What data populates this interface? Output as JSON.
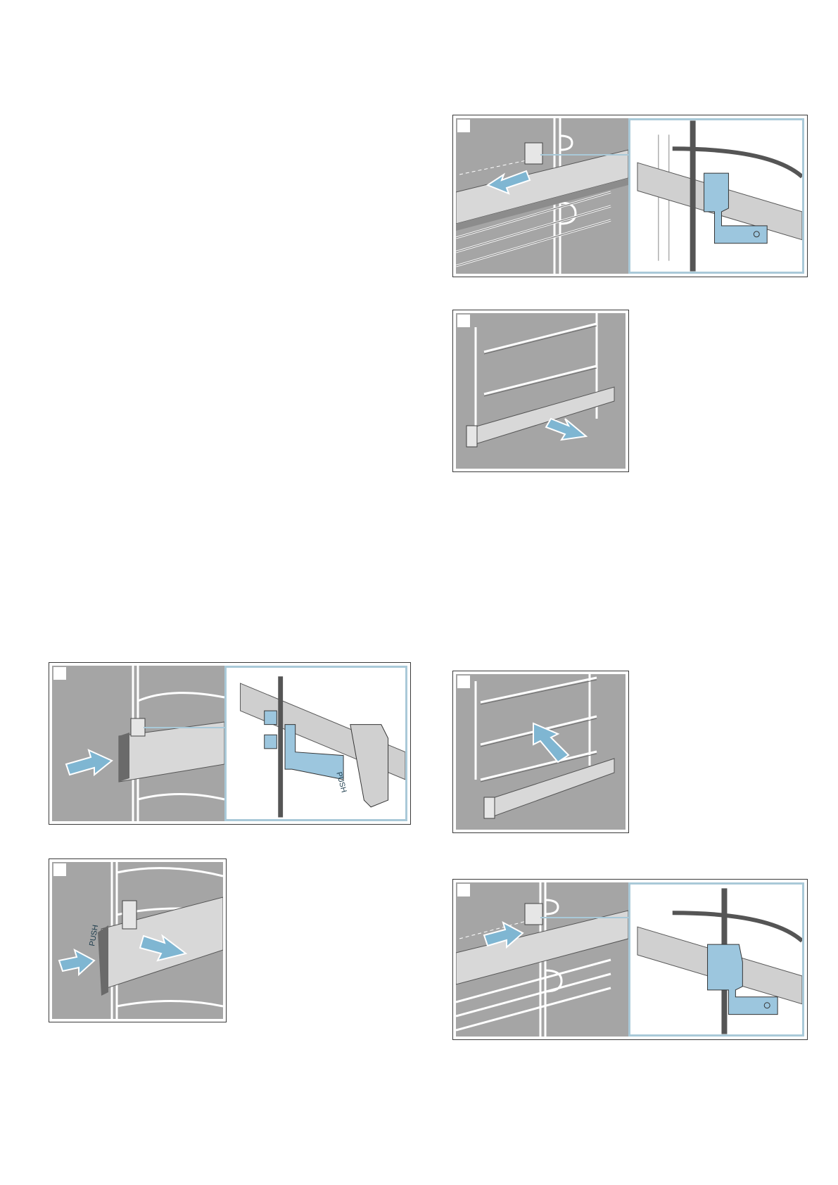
{
  "panels": [
    {
      "id": "remove-step-1",
      "type": "illustration",
      "icon": "unhook-rail-illustration"
    },
    {
      "id": "remove-step-2",
      "type": "illustration",
      "icon": "pull-rail-out-illustration"
    },
    {
      "id": "fit-step-1",
      "type": "illustration",
      "icon": "press-push-button-illustration",
      "label": "PUSH"
    },
    {
      "id": "fit-step-2",
      "type": "illustration",
      "icon": "slide-rail-illustration",
      "label": "PUSH"
    },
    {
      "id": "fit-step-3",
      "type": "illustration",
      "icon": "insert-rail-illustration"
    },
    {
      "id": "fit-step-4",
      "type": "illustration",
      "icon": "hook-rail-illustration"
    }
  ],
  "colors": {
    "panel_background": "#a5a5a5",
    "arrow_blue": "#7fb6d2",
    "inset_border": "#a9c9d8",
    "clip_blue": "#9cc6de"
  }
}
